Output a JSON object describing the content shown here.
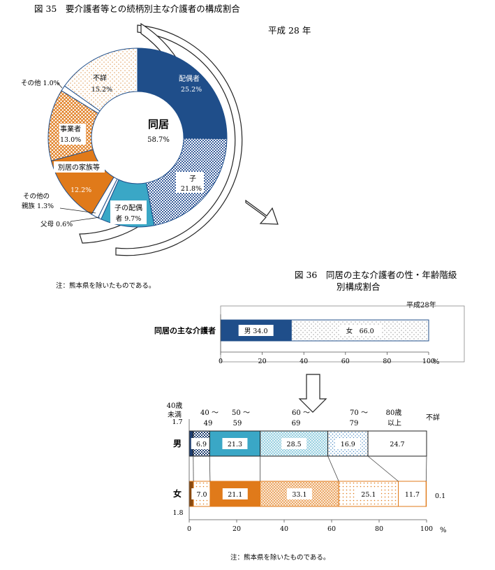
{
  "fig35": {
    "title": "図 35　要介護者等との続柄別主な介護者の構成割合",
    "year": "平成 28 年",
    "center_label": "同居",
    "center_value": "58.7%",
    "note": "注：熊本県を除いたものである。",
    "chart_data": {
      "type": "pie",
      "title": "図 35　要介護者等との続柄別主な介護者の構成割合",
      "slices": [
        {
          "name": "配偶者",
          "value": 25.2,
          "label": "25.2%",
          "color": "#1f4e8a"
        },
        {
          "name": "子",
          "value": 21.8,
          "label": "21.8%",
          "color": "#3a5f9c"
        },
        {
          "name": "子の配偶者",
          "value": 9.7,
          "label": "9.7%",
          "color": "#3aa7c6"
        },
        {
          "name": "父母",
          "value": 0.6,
          "label": "0.6%",
          "color": "#ffffff"
        },
        {
          "name": "その他の親族",
          "value": 1.3,
          "label": "1.3%",
          "color": "#ffffff"
        },
        {
          "name": "別居の家族等",
          "value": 12.2,
          "label": "12.2%",
          "color": "#e07a1a"
        },
        {
          "name": "事業者",
          "value": 13.0,
          "label": "13.0%",
          "color": "#e07a1a"
        },
        {
          "name": "その他",
          "value": 1.0,
          "label": "1.0%",
          "color": "#ffffff"
        },
        {
          "name": "不詳",
          "value": 15.2,
          "label": "15.2%",
          "color": "#ffffff"
        }
      ]
    }
  },
  "fig36": {
    "title_line1": "図 36　同居の主な介護者の性・年齢階級",
    "title_line2": "別構成割合",
    "year": "平成28年",
    "note": "注：熊本県を除いたものである。",
    "gender_chart": {
      "type": "bar",
      "orientation": "horizontal-stacked",
      "category": "同居の主な介護者",
      "series": [
        {
          "name": "男",
          "value": 34.0,
          "label": "男 34.0",
          "color": "#1f4e8a"
        },
        {
          "name": "女",
          "value": 66.0,
          "label": "女　66.0",
          "color": "#ffffff"
        }
      ],
      "xlim": [
        0,
        100
      ],
      "ticks": [
        "0",
        "20",
        "40",
        "60",
        "80",
        "100"
      ],
      "unit": "%"
    },
    "age_chart": {
      "type": "bar",
      "orientation": "horizontal-stacked",
      "age_groups": [
        "40歳未満",
        "40 ～ 49",
        "50 ～ 59",
        "60 ～ 69",
        "70 ～ 79",
        "80歳以上",
        "不詳"
      ],
      "header_labels": [
        {
          "text": "40歳"
        },
        {
          "text": "未満"
        },
        {
          "text": "40 ～"
        },
        {
          "text": "49"
        },
        {
          "text": "50 ～"
        },
        {
          "text": "59"
        },
        {
          "text": "60 ～"
        },
        {
          "text": "69"
        },
        {
          "text": "70 ～"
        },
        {
          "text": "79"
        },
        {
          "text": "80歳"
        },
        {
          "text": "以上"
        },
        {
          "text": "不詳"
        }
      ],
      "rows": [
        {
          "name": "男",
          "values": [
            1.7,
            6.9,
            21.3,
            28.5,
            16.9,
            24.7,
            0.0
          ],
          "labels": [
            "1.7",
            "6.9",
            "21.3",
            "28.5",
            "16.9",
            "24.7",
            ""
          ]
        },
        {
          "name": "女",
          "values": [
            1.8,
            7.0,
            21.1,
            33.1,
            25.1,
            11.7,
            0.1
          ],
          "labels": [
            "1.8",
            "7.0",
            "21.1",
            "33.1",
            "25.1",
            "11.7",
            "0.1"
          ]
        }
      ],
      "xlim": [
        0,
        100
      ],
      "ticks": [
        "0",
        "20",
        "40",
        "60",
        "80",
        "100"
      ],
      "unit": "%"
    }
  }
}
